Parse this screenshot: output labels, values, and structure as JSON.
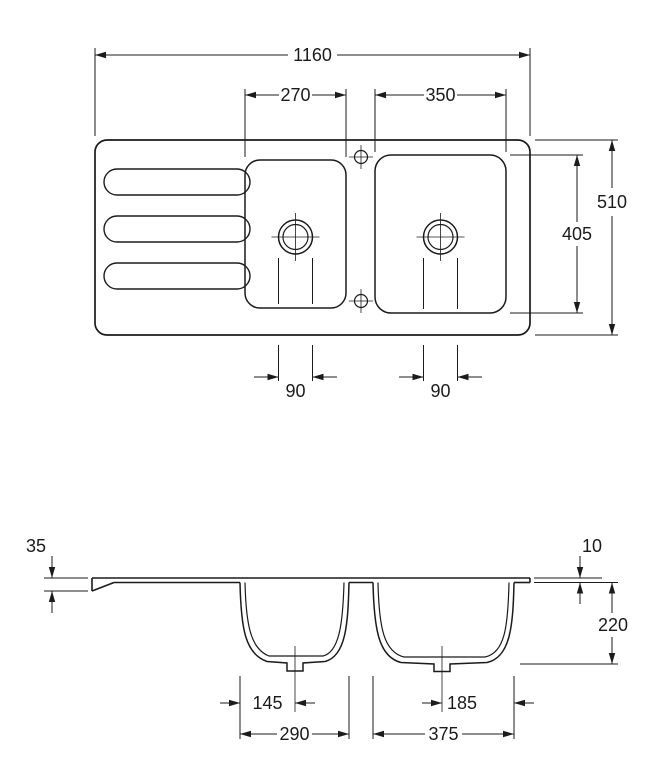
{
  "drawing": {
    "type": "sink-technical-drawing",
    "colors": {
      "ink": "#1b1b1b",
      "background": "#ffffff"
    },
    "plan_view": {
      "overall_width": "1160",
      "left_bowl_width": "270",
      "right_bowl_width": "350",
      "overall_depth": "510",
      "bowl_length": "405",
      "left_drain_diameter": "90",
      "right_drain_diameter": "90"
    },
    "section_view": {
      "front_edge_height": "35",
      "rim_height": "10",
      "bowl_depth": "220",
      "left_drain_offset": "145",
      "right_drain_offset": "185",
      "left_bowl_width": "290",
      "right_bowl_width": "375"
    }
  }
}
